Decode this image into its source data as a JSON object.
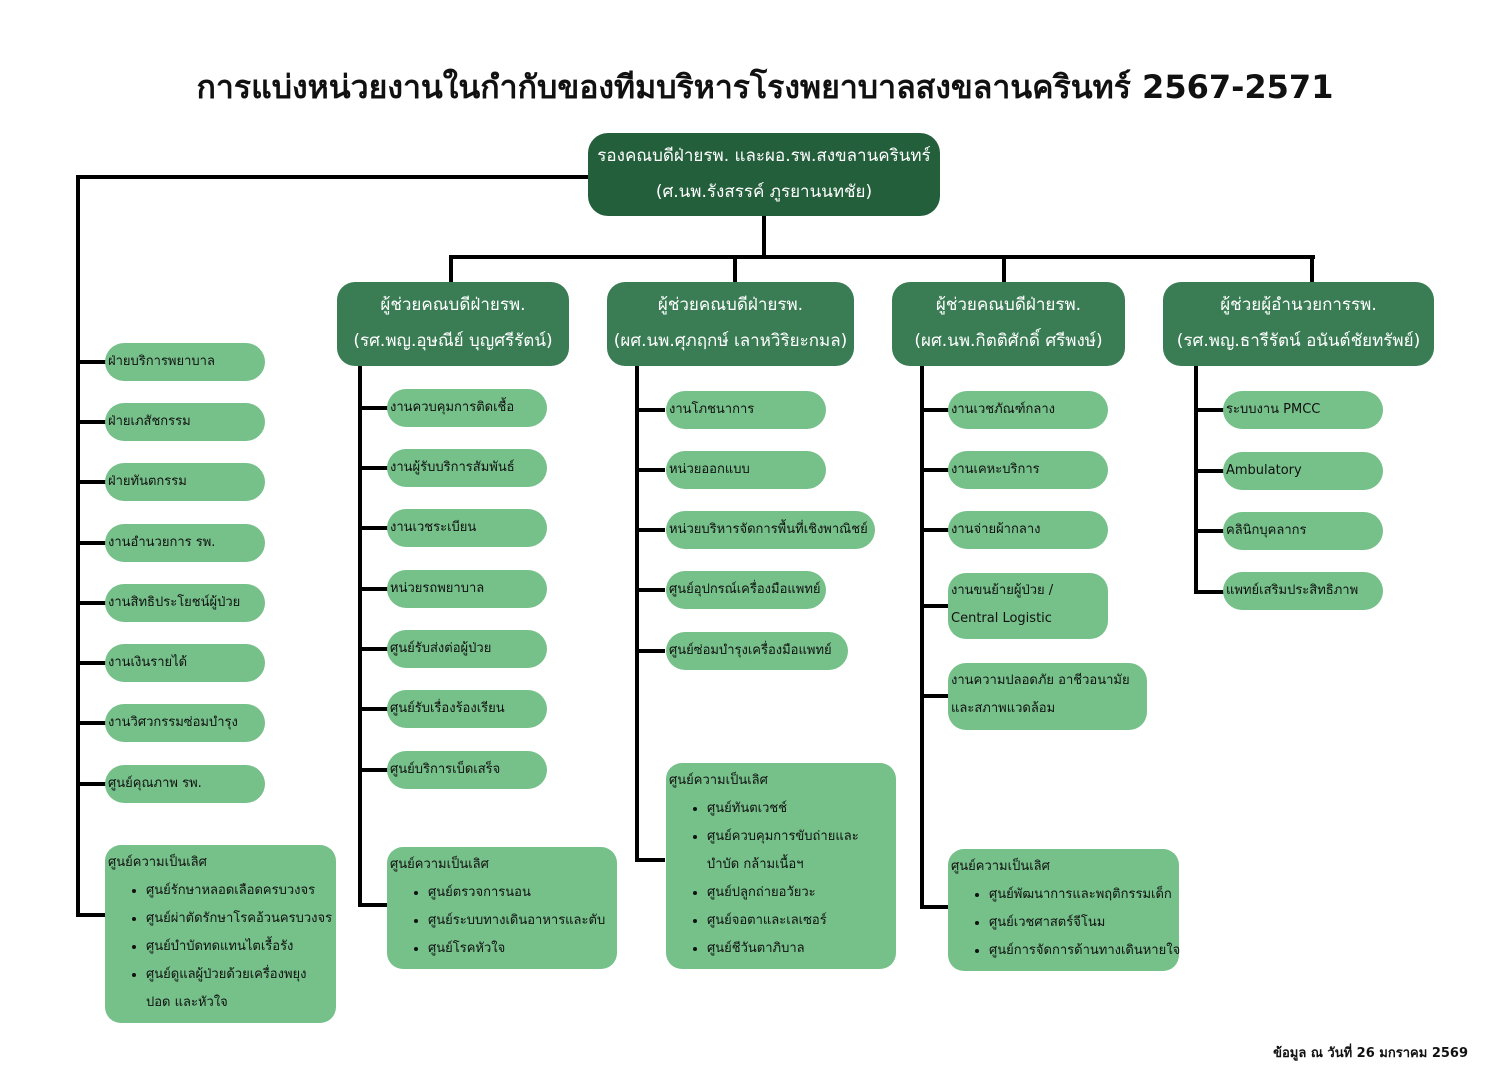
{
  "title": "การแบ่งหน่วยงานในกำกับของทีมบริหารโรงพยาบาลสงขลานครินทร์ 2567-2571",
  "head": {
    "line1": "รองคณบดีฝ่ายรพ. และผอ.รพ.สงขลานครินทร์",
    "line2": "(ศ.นพ.รังสรรค์  ภูรยานนทชัย)"
  },
  "direct_units": [
    "ฝ่ายบริการพยาบาล",
    "ฝ่ายเภสัชกรรม",
    "ฝ่ายทันตกรรม",
    "งานอำนวยการ รพ.",
    "งานสิทธิประโยชน์ผู้ป่วย",
    "งานเงินรายได้",
    "งานวิศวกรรมซ่อมบำรุง",
    "ศูนย์คุณภาพ รพ."
  ],
  "direct_excellence": {
    "heading": "ศูนย์ความเป็นเลิศ",
    "items": [
      "ศูนย์รักษาหลอดเลือดครบวงจร",
      "ศูนย์ผ่าตัดรักษาโรคอ้วนครบวงจร",
      "ศูนย์บำบัดทดแทนไตเรื้อรัง",
      "ศูนย์ดูแลผู้ป่วยด้วยเครื่องพยุงปอด และหัวใจ"
    ]
  },
  "assistants": [
    {
      "line1": "ผู้ช่วยคณบดีฝ่ายรพ.",
      "line2": "(รศ.พญ.อุษณีย์ บุญศรีรัตน์)",
      "units": [
        "งานควบคุมการติดเชื้อ",
        "งานผู้รับบริการสัมพันธ์",
        "งานเวชระเบียน",
        "หน่วยรถพยาบาล",
        "ศูนย์รับส่งต่อผู้ป่วย",
        "ศูนย์รับเรื่องร้องเรียน",
        "ศูนย์บริการเบ็ดเสร็จ"
      ],
      "excellence": {
        "heading": "ศูนย์ความเป็นเลิศ",
        "items": [
          "ศูนย์ตรวจการนอน",
          "ศูนย์ระบบทางเดินอาหารและตับ",
          "ศูนย์โรคหัวใจ"
        ]
      }
    },
    {
      "line1": "ผู้ช่วยคณบดีฝ่ายรพ.",
      "line2": "(ผศ.นพ.ศุภฤกษ์ เลาหวิริยะกมล)",
      "units": [
        "งานโภชนาการ",
        "หน่วยออกแบบ",
        "หน่วยบริหารจัดการพื้นที่เชิงพาณิชย์",
        "ศูนย์อุปกรณ์เครื่องมือแพทย์",
        "ศูนย์ซ่อมบำรุงเครื่องมือแพทย์"
      ],
      "excellence": {
        "heading": "ศูนย์ความเป็นเลิศ",
        "items": [
          "ศูนย์ทันตเวชช์",
          "ศูนย์ควบคุมการขับถ่ายและบำบัด กล้ามเนื้อฯ",
          "ศูนย์ปลูกถ่ายอวัยวะ",
          "ศูนย์จอตาและเลเซอร์",
          "ศูนย์ชีวันตาภิบาล"
        ]
      }
    },
    {
      "line1": "ผู้ช่วยคณบดีฝ่ายรพ.",
      "line2": "(ผศ.นพ.กิตติศักดิ์  ศรีพงษ์)",
      "units": [
        "งานเวชภัณฑ์กลาง",
        "งานเคหะบริการ",
        "งานจ่ายผ้ากลาง"
      ],
      "unit_multi": [
        {
          "l1": "งานขนย้ายผู้ป่วย /",
          "l2": "Central Logistic"
        },
        {
          "l1": "งานความปลอดภัย อาชีวอนามัย",
          "l2": "และสภาพแวดล้อม"
        }
      ],
      "excellence": {
        "heading": "ศูนย์ความเป็นเลิศ",
        "items": [
          "ศูนย์พัฒนาการและพฤติกรรมเด็ก",
          "ศูนย์เวชศาสตร์จีโนม",
          "ศูนย์การจัดการด้านทางเดินหายใจ"
        ]
      }
    },
    {
      "line1": "ผู้ช่วยผู้อำนวยการรพ.",
      "line2": "(รศ.พญ.ธารีรัตน์ อนันต์ชัยทรัพย์)",
      "units": [
        "ระบบงาน PMCC",
        "Ambulatory",
        "คลินิกบุคลากร",
        "แพทย์เสริมประสิทธิภาพ"
      ]
    }
  ],
  "footer": "ข้อมูล ณ วันที่ 26 มกราคม 2569",
  "colors": {
    "head": "#245f3c",
    "assistant": "#3a7d55",
    "unit": "#76c08a",
    "line": "#000000"
  }
}
